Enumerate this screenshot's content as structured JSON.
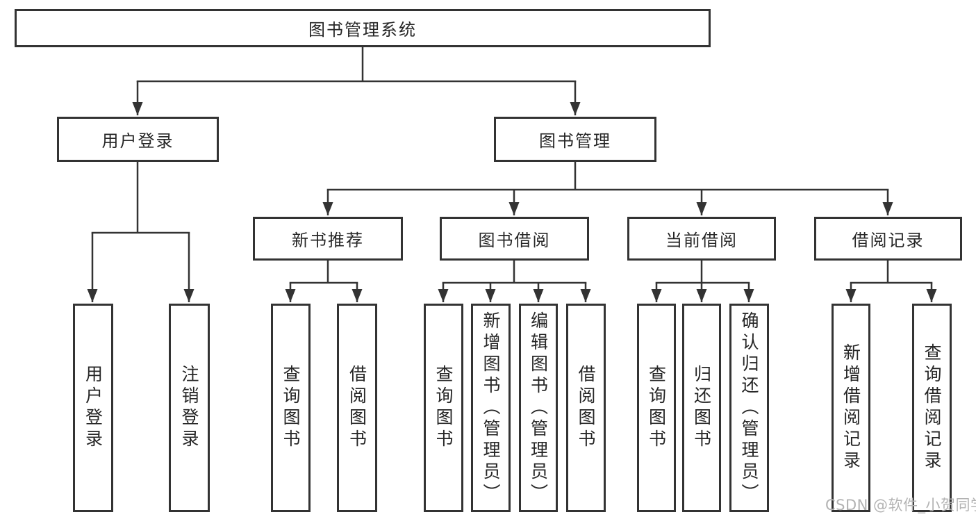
{
  "diagram": {
    "type": "hierarchy-tree",
    "title": "图书管理系统",
    "watermark": "CSDN @软件_小贺同学",
    "colors": {
      "line": "#333333",
      "text": "#262626",
      "watermark": "#b3b3b3",
      "background": "#ffffff"
    }
  },
  "nodes": {
    "root": {
      "label": "图书管理系统"
    },
    "user_login": {
      "label": "用户登录"
    },
    "book_management": {
      "label": "图书管理"
    },
    "new_book_recommend": {
      "label": "新书推荐"
    },
    "book_borrowing": {
      "label": "图书借阅"
    },
    "current_borrowing": {
      "label": "当前借阅"
    },
    "borrowing_records": {
      "label": "借阅记录"
    },
    "leaf_user_login": {
      "label": "用户登录"
    },
    "leaf_logout": {
      "label": "注销登录"
    },
    "leaf_nb_query_books": {
      "label": "查询图书"
    },
    "leaf_nb_borrow_books": {
      "label": "借阅图书"
    },
    "leaf_bb_query_books": {
      "label": "查询图书"
    },
    "leaf_bb_add_books": {
      "label": "新增图书（管理员）"
    },
    "leaf_bb_edit_books": {
      "label": "编辑图书（管理员）"
    },
    "leaf_bb_borrow_books": {
      "label": "借阅图书"
    },
    "leaf_cb_query_books": {
      "label": "查询图书"
    },
    "leaf_cb_return_books": {
      "label": "归还图书"
    },
    "leaf_cb_confirm_return": {
      "label": "确认归还（管理员）"
    },
    "leaf_br_add_record": {
      "label": "新增借阅记录"
    },
    "leaf_br_query_record": {
      "label": "查询借阅记录"
    }
  },
  "edges": [
    {
      "from": "root",
      "to": [
        "user_login",
        "book_management"
      ]
    },
    {
      "from": "user_login",
      "to": [
        "leaf_user_login",
        "leaf_logout"
      ]
    },
    {
      "from": "book_management",
      "to": [
        "new_book_recommend",
        "book_borrowing",
        "current_borrowing",
        "borrowing_records"
      ]
    },
    {
      "from": "new_book_recommend",
      "to": [
        "leaf_nb_query_books",
        "leaf_nb_borrow_books"
      ]
    },
    {
      "from": "book_borrowing",
      "to": [
        "leaf_bb_query_books",
        "leaf_bb_add_books",
        "leaf_bb_edit_books",
        "leaf_bb_borrow_books"
      ]
    },
    {
      "from": "current_borrowing",
      "to": [
        "leaf_cb_query_books",
        "leaf_cb_return_books",
        "leaf_cb_confirm_return"
      ]
    },
    {
      "from": "borrowing_records",
      "to": [
        "leaf_br_add_record",
        "leaf_br_query_record"
      ]
    }
  ]
}
